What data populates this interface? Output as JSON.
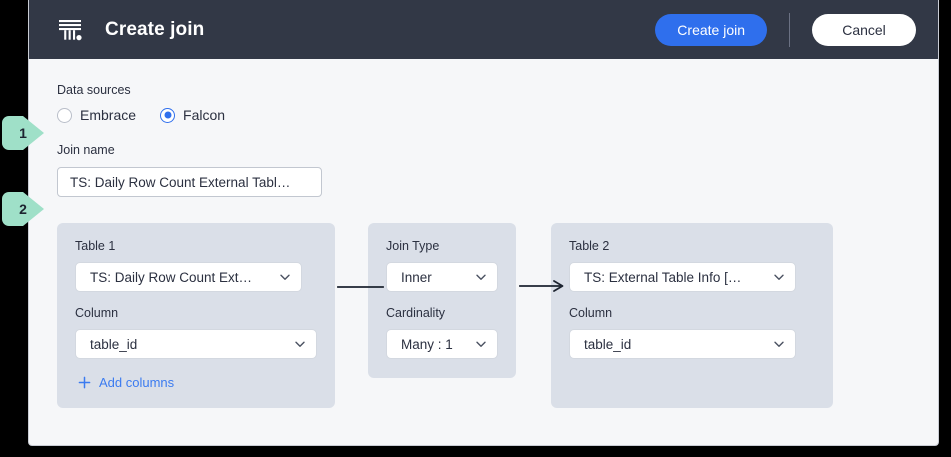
{
  "window": {
    "background_color": "#000000",
    "modal_background": "#f6f7f9"
  },
  "header": {
    "logo_icon": "thoughtspot-logo-icon",
    "title": "Create join",
    "background_color": "#323846",
    "primary_button": {
      "label": "Create join",
      "color": "#2f6fed"
    },
    "secondary_button": {
      "label": "Cancel",
      "color": "#ffffff"
    }
  },
  "body": {
    "data_sources": {
      "label": "Data sources",
      "options": [
        {
          "label": "Embrace",
          "selected": false
        },
        {
          "label": "Falcon",
          "selected": true
        }
      ],
      "accent_color": "#2f6fed"
    },
    "join_name": {
      "label": "Join name",
      "value": "TS: Daily Row Count External Tabl…"
    },
    "table1_card": {
      "table_label": "Table 1",
      "table_value": "TS: Daily Row Count Ext…",
      "column_label": "Column",
      "column_value": "table_id",
      "add_columns_label": "Add columns",
      "add_columns_icon": "plus-icon",
      "link_color": "#3b7bf0",
      "card_color": "#dadfe8"
    },
    "join_card": {
      "join_type_label": "Join Type",
      "join_type_value": "Inner",
      "cardinality_label": "Cardinality",
      "cardinality_value": "Many : 1"
    },
    "table2_card": {
      "table_label": "Table 2",
      "table_value": "TS: External Table Info […",
      "column_label": "Column",
      "column_value": "table_id"
    },
    "connectors": [
      {
        "name": "line-connector",
        "has_arrow": false
      },
      {
        "name": "arrow-connector",
        "has_arrow": true
      }
    ]
  },
  "callouts": [
    {
      "number": "1",
      "color": "#9fe0c8"
    },
    {
      "number": "2",
      "color": "#9fe0c8"
    }
  ]
}
